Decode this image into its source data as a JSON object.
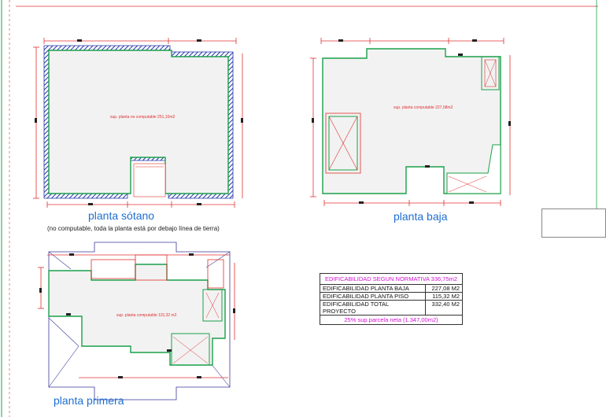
{
  "titles": {
    "sotano": "planta sótano",
    "sotano_note": "(no computable, toda la planta está por debajo línea de tierra)",
    "baja": "planta baja",
    "primera": "planta primera"
  },
  "surface_labels": {
    "sotano": "sup. planta no computable 251,10m2",
    "baja": "sup. planta computable 227,08m2",
    "primera": "sup. planta computable 115,32 m2"
  },
  "table": {
    "header": "EDIFICABILIDAD SEGUN NORMATIVA 336,75m2",
    "rows": [
      {
        "label": "EDIFICABILIDAD PLANTA BAJA",
        "value": "227,08 M2"
      },
      {
        "label": "EDIFICABILIDAD PLANTA PISO",
        "value": "115,32 M2"
      },
      {
        "label": "EDIFICABILIDAD TOTAL PROYECTO",
        "value": "332,40 M2"
      }
    ],
    "footer": "25% sup.parcela neta (1.347,00m2)"
  },
  "colors": {
    "dimension": "#e03030",
    "wall": "#1aa04a",
    "fill": "#f2f2f2",
    "hatch": "#2233aa",
    "roof": "#3a3a9a",
    "label": "#1f6fd1",
    "table_accent": "#d010d0"
  }
}
